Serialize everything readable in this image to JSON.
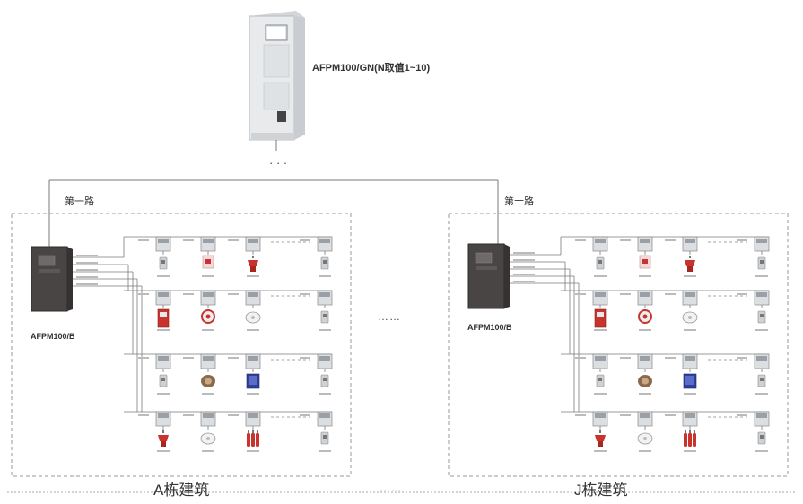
{
  "title": "AFPM100/GN(N取值1~10)",
  "routes": [
    "第一路",
    "第十路"
  ],
  "panel_label": "AFPM100/B",
  "buildings": [
    "A栋建筑",
    "J栋建筑"
  ],
  "ellipsis": "……",
  "colors": {
    "line": "#7a7a7a",
    "dashed": "#9a9a9a",
    "cabinet": "#e6e8ea",
    "panel": "#4a4545",
    "red": "#c8332e"
  },
  "device_rows": [
    [
      "grey",
      "pink",
      "red-hydrant",
      "grey"
    ],
    [
      "red-cabinet",
      "red-round",
      "white-round",
      "grey"
    ],
    [
      "grey",
      "brown",
      "blue",
      "grey"
    ],
    [
      "red-hydrant",
      "white-round",
      "red-bottles",
      "grey"
    ]
  ]
}
